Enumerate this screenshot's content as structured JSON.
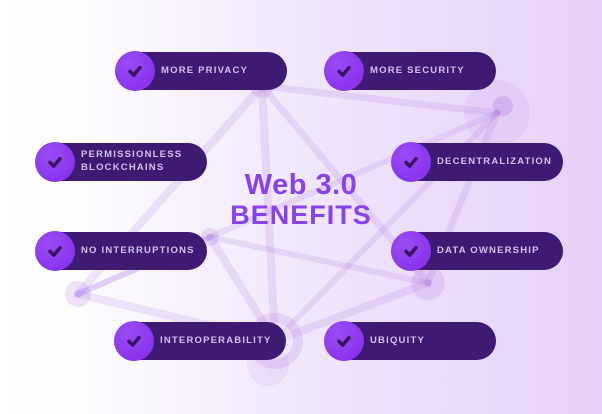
{
  "title": {
    "line1": "Web 3.0",
    "line2": "BENEFITS"
  },
  "benefits": [
    {
      "label": "MORE PRIVACY"
    },
    {
      "label": "MORE SECURITY"
    },
    {
      "label": "PERMISSIONLESS BLOCKCHAINS"
    },
    {
      "label": "DECENTRALIZATION"
    },
    {
      "label": "NO INTERRUPTIONS"
    },
    {
      "label": "DATA OWNERSHIP"
    },
    {
      "label": "INTEROPERABILITY"
    },
    {
      "label": "UBIQUITY"
    }
  ],
  "icons": {
    "badge": "check-icon"
  },
  "colors": {
    "pill_background": "#3E1A73",
    "check_circle": "#8C38F0",
    "check_glyph": "#3A125F",
    "pill_text": "#D2C2F0",
    "title_text": "#8742EE",
    "background_left": "#FFFFFF",
    "background_right": "#E5D2F8",
    "network_lines": "#DCC3F4"
  }
}
